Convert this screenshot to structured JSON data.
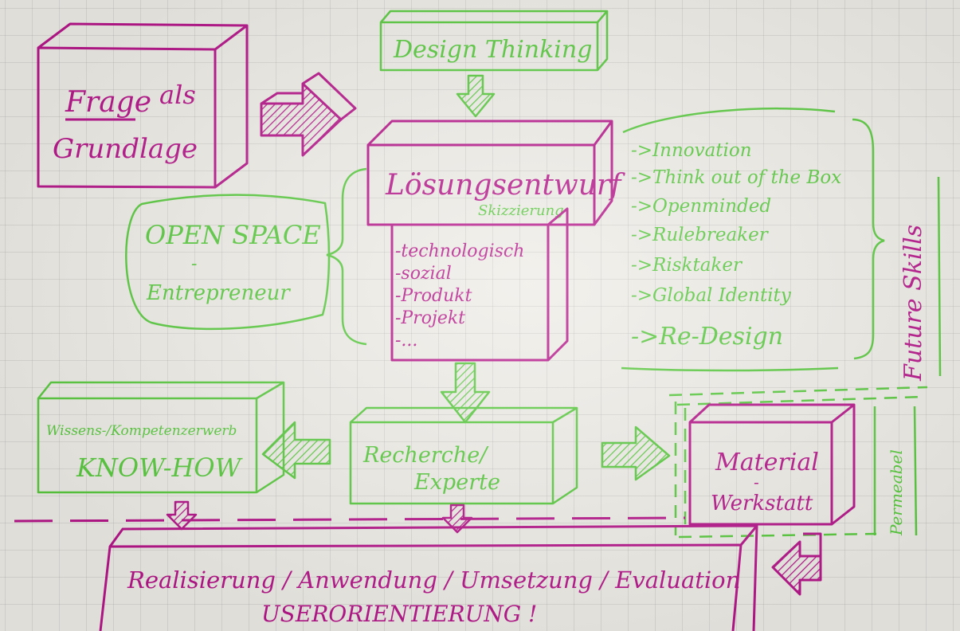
{
  "colors": {
    "magenta": "#b5168a",
    "green": "#58c93e",
    "paper": "#eeece6"
  },
  "frage": {
    "line1_word": "Frage",
    "line1_rest": "als",
    "line2": "Grundlage"
  },
  "design_thinking": "Design Thinking",
  "loesung": {
    "title": "Lösungsentwurf",
    "subtitle": "Skizzierung"
  },
  "types": [
    "-technologisch",
    "-sozial",
    "-Produkt",
    "-Projekt",
    "-..."
  ],
  "open_space": {
    "line1": "OPEN SPACE",
    "dash": "-",
    "line2": "Entrepreneur"
  },
  "skills": {
    "items": [
      "->Innovation",
      "->Think out of the Box",
      "->Openminded",
      "->Rulebreaker",
      "->Risktaker",
      "->Global Identity"
    ],
    "last": "->Re-Design",
    "label": "Future Skills"
  },
  "wissen": {
    "line1": "Wissens-/Kompetenzerwerb",
    "line2": "KNOW-HOW"
  },
  "recherche": {
    "line1": "Recherche/",
    "line2": "Experte"
  },
  "material": {
    "line1": "Material",
    "dash": "-",
    "line2": "Werkstatt"
  },
  "permeabel": "Permeabel",
  "realisierung": {
    "line1": "Realisierung / Anwendung / Umsetzung / Evaluation",
    "line2": "USERORIENTIERUNG !"
  }
}
